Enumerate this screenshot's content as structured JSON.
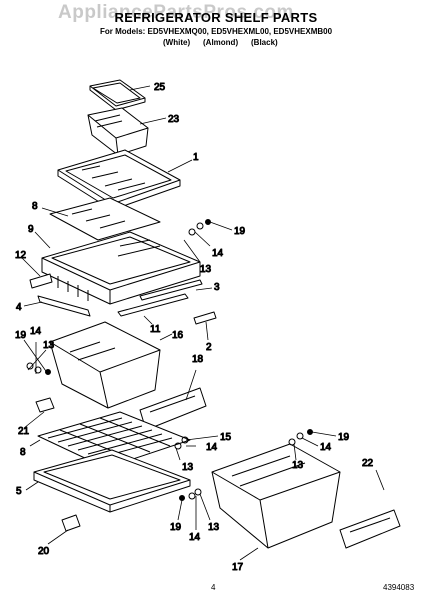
{
  "header": {
    "watermark": "AppliancePartsPros.com",
    "title": "REFRIGERATOR SHELF PARTS",
    "models": "For Models: ED5VHEXMQ00, ED5VHEXML00, ED5VHEXMB00",
    "variants": [
      "(White)",
      "(Almond)",
      "(Black)"
    ]
  },
  "callouts": {
    "c25": "25",
    "c23": "23",
    "c1": "1",
    "c8a": "8",
    "c19a": "19",
    "c9": "9",
    "c14a": "14",
    "c13a": "13",
    "c12": "12",
    "c3": "3",
    "c4": "4",
    "c11": "11",
    "c2": "2",
    "c16": "16",
    "c19b": "19",
    "c14b": "14",
    "c13b": "13",
    "c18": "18",
    "c21": "21",
    "c15": "15",
    "c8b": "8",
    "c13c": "13",
    "c14c": "14",
    "c19c": "19",
    "c14d": "14",
    "c13d": "13",
    "c22": "22",
    "c5": "5",
    "c19d": "19",
    "c14e": "14",
    "c13e": "13",
    "c17": "17",
    "c20": "20"
  },
  "footer": {
    "page": "4",
    "doc_number": "4394083"
  }
}
